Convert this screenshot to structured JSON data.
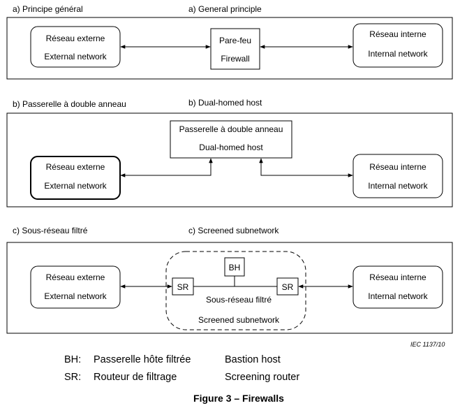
{
  "panel_a": {
    "label_fr": "a) Principe général",
    "label_en": "a) General principle",
    "external": {
      "fr": "Réseau  externe",
      "en": "External network"
    },
    "firewall": {
      "fr": "Pare-feu",
      "en": "Firewall"
    },
    "internal": {
      "fr": "Réseau interne",
      "en": "Internal network"
    }
  },
  "panel_b": {
    "label_fr": "b) Passerelle à double anneau",
    "label_en": "b) Dual-homed host",
    "host": {
      "fr": "Passerelle à double anneau",
      "en": "Dual-homed host"
    },
    "external": {
      "fr": "Réseau  externe",
      "en": "External network"
    },
    "internal": {
      "fr": "Réseau interne",
      "en": "Internal network"
    }
  },
  "panel_c": {
    "label_fr": "c) Sous-réseau filtré",
    "label_en": "c) Screened subnetwork",
    "external": {
      "fr": "Réseau  externe",
      "en": "External network"
    },
    "internal": {
      "fr": "Réseau interne",
      "en": "Internal network"
    },
    "bastion": "BH",
    "router_left": "SR",
    "router_right": "SR",
    "subnet": {
      "fr": "Sous-réseau filtré",
      "en": "Screened subnetwork"
    }
  },
  "iec_ref": "IEC   1137/10",
  "legend": [
    {
      "abbr": "BH:",
      "fr": "Passerelle hôte filtrée",
      "en": "Bastion host"
    },
    {
      "abbr": "SR:",
      "fr": "Routeur de filtrage",
      "en": "Screening router"
    }
  ],
  "caption": "Figure 3 – Firewalls"
}
